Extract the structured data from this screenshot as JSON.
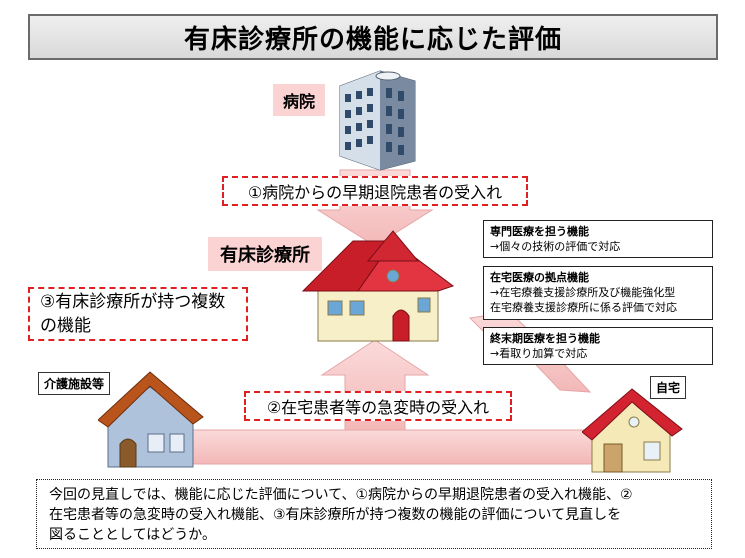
{
  "title": "有床診療所の機能に応じた評価",
  "hospital_label": "病院",
  "clinic_label": "有床診療所",
  "care_facility_label": "介護施設等",
  "home_label": "自宅",
  "flow": {
    "early_discharge": "①病院からの早期退院患者の受入れ",
    "emergency": "②在宅患者等の急変時の受入れ",
    "multiple_functions": "③有床診療所が持つ複数の機能"
  },
  "functions": [
    {
      "heading": "専門医療を担う機能",
      "lines": [
        "→個々の技術の評価で対応"
      ]
    },
    {
      "heading": "在宅医療の拠点機能",
      "lines": [
        "→在宅療養支援診療所及び機能強化型",
        "在宅療養支援診療所に係る評価で対応"
      ]
    },
    {
      "heading": "終末期医療を担う機能",
      "lines": [
        "→看取り加算で対応"
      ]
    }
  ],
  "summary": {
    "lines": [
      "今回の見直しでは、機能に応じた評価について、①病院からの早期退院患者の受入れ機能、②",
      "在宅患者等の急変時の受入れ機能、③有床診療所が持つ複数の機能の評価について見直しを",
      "図ることとしてはどうか。"
    ]
  },
  "colors": {
    "arrow": "#f6c6c6",
    "dashed_border": "#e02020",
    "label_bg": "#fbd3d3"
  }
}
